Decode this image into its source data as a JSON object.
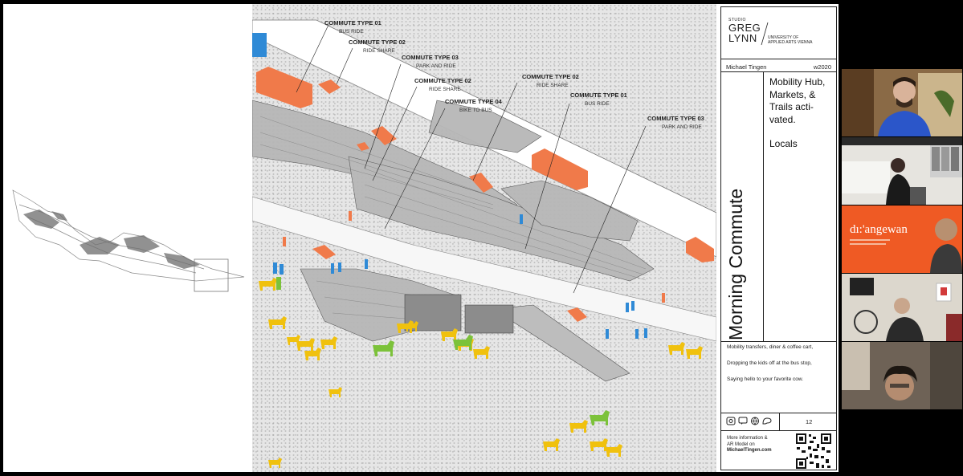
{
  "overview": {
    "label": ""
  },
  "callouts": [
    {
      "title": "COMMUTE TYPE 01",
      "sub": "BUS RIDE"
    },
    {
      "title": "COMMUTE TYPE 02",
      "sub": "RIDE SHARE"
    },
    {
      "title": "COMMUTE TYPE 03",
      "sub": "PARK AND RIDE"
    },
    {
      "title": "COMMUTE TYPE 02",
      "sub": "RIDE SHARE"
    },
    {
      "title": "COMMUTE TYPE 04",
      "sub": "BIKE TO BUS"
    },
    {
      "title": "COMMUTE TYPE 02",
      "sub": "RIDE SHARE"
    },
    {
      "title": "COMMUTE TYPE 01",
      "sub": "BUS RIDE"
    },
    {
      "title": "COMMUTE TYPE 03",
      "sub": "PARK AND RIDE"
    }
  ],
  "panel": {
    "logo": {
      "studio": "STUDIO",
      "greg": "GREG",
      "lynn": "LYNN",
      "univ1": "UNIVERSITY OF",
      "univ2": "APPLIED ARTS VIENNA"
    },
    "author": "Michael Tingen",
    "semester": "w2020",
    "vertical_title": "Morning Commute",
    "headline": "Mobility Hub, Markets, & Trails acti-vated.",
    "subheadline": "Locals",
    "story": [
      "Mobility transfers, diner & coffee cart,",
      "Dropping the kids off at the bus stop,",
      "Saying hello to your favorite cow."
    ],
    "page_number": "12",
    "more_line1": "More information &",
    "more_line2": "AR Model on",
    "more_link": "MichaelTingen.com",
    "icons": [
      "instagram-icon",
      "chat-icon",
      "globe-icon",
      "rhino-icon"
    ]
  },
  "video_tiles": {
    "brand_text": "dı:'angewan",
    "participants": [
      "participant-1",
      "participant-2",
      "participant-brand",
      "participant-4",
      "participant-5"
    ]
  },
  "colors": {
    "vehicle": "#f07a4a",
    "cattle": "#f0c10e",
    "person_blue": "#2f8ad6",
    "brand_red": "#ef5a24",
    "accent_green": "#7cc23a"
  }
}
